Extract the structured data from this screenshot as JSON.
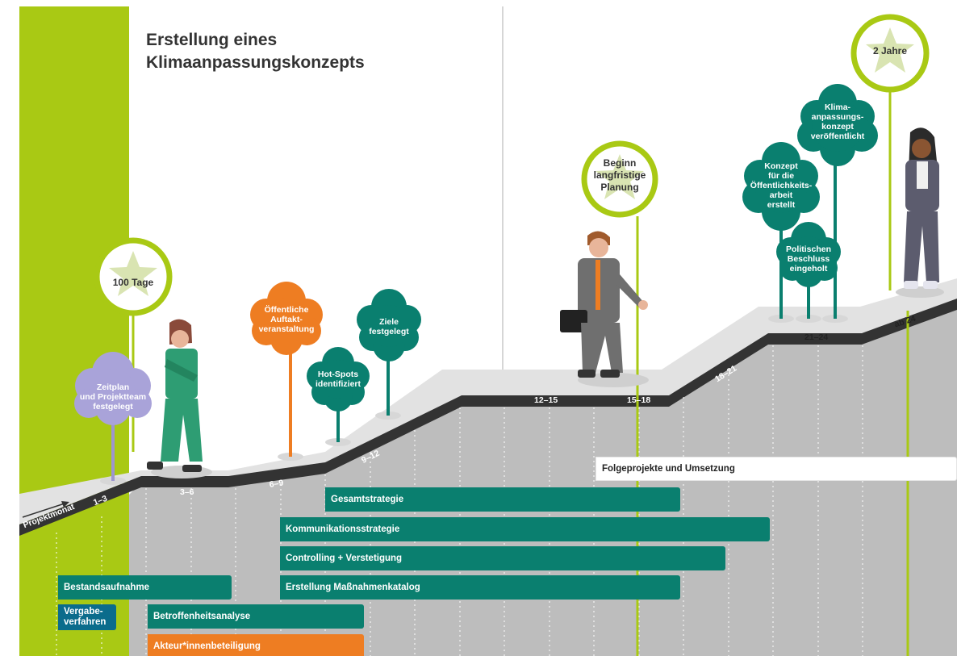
{
  "title": {
    "line1": "Erstellung eines",
    "line2": "Klimaanpassungskonzepts"
  },
  "colors": {
    "green": "#a9c914",
    "teal": "#0a7f6f",
    "orange": "#ee7d22",
    "blue": "#0b6c8c",
    "lilac": "#a9a3d9",
    "road": "#333333",
    "grey": "#bdbdbd"
  },
  "milestones": {
    "m100": "100 Tage",
    "beginn": [
      "Beginn",
      "langfristige",
      "Planung"
    ],
    "jahre": "2 Jahre"
  },
  "bubbles": {
    "zeitplan": [
      "Zeitplan",
      "und Projektteam",
      "festgelegt"
    ],
    "auftakt": [
      "Öffentliche",
      "Auftakt-",
      "veranstaltung"
    ],
    "hotspots": [
      "Hot-Spots",
      "identifiziert"
    ],
    "ziele": [
      "Ziele",
      "festgelegt"
    ],
    "klima": [
      "Klima-",
      "anpassungs-",
      "konzept",
      "veröffentlicht"
    ],
    "oeffentlichkeit": [
      "Konzept",
      "für die",
      "Öffentlichkeits-",
      "arbeit",
      "erstellt"
    ],
    "beschluss": [
      "Politischen",
      "Beschluss",
      "eingeholt"
    ]
  },
  "road_labels": {
    "projektmonat": "Projektmonat",
    "m1": "1–3",
    "m2": "3–6",
    "m3": "6–9",
    "m4": "9–12",
    "m5": "12–15",
    "m6": "15–18",
    "m7": "18–21",
    "m8": "21–24",
    "m9": "ab 24"
  },
  "bars": {
    "folgeprojekte": "Folgeprojekte und Umsetzung",
    "gesamtstrategie": "Gesamtstrategie",
    "kommunikation": "Kommunikationsstrategie",
    "controlling": "Controlling + Verstetigung",
    "bestandsaufnahme": "Bestandsaufnahme",
    "massnahmen": "Erstellung Maßnahmenkatalog",
    "vergabe": "Vergabe-verfahren",
    "betroffenheit": "Betroffenheitsanalyse",
    "akteur": "Akteur*innenbeteiligung"
  }
}
